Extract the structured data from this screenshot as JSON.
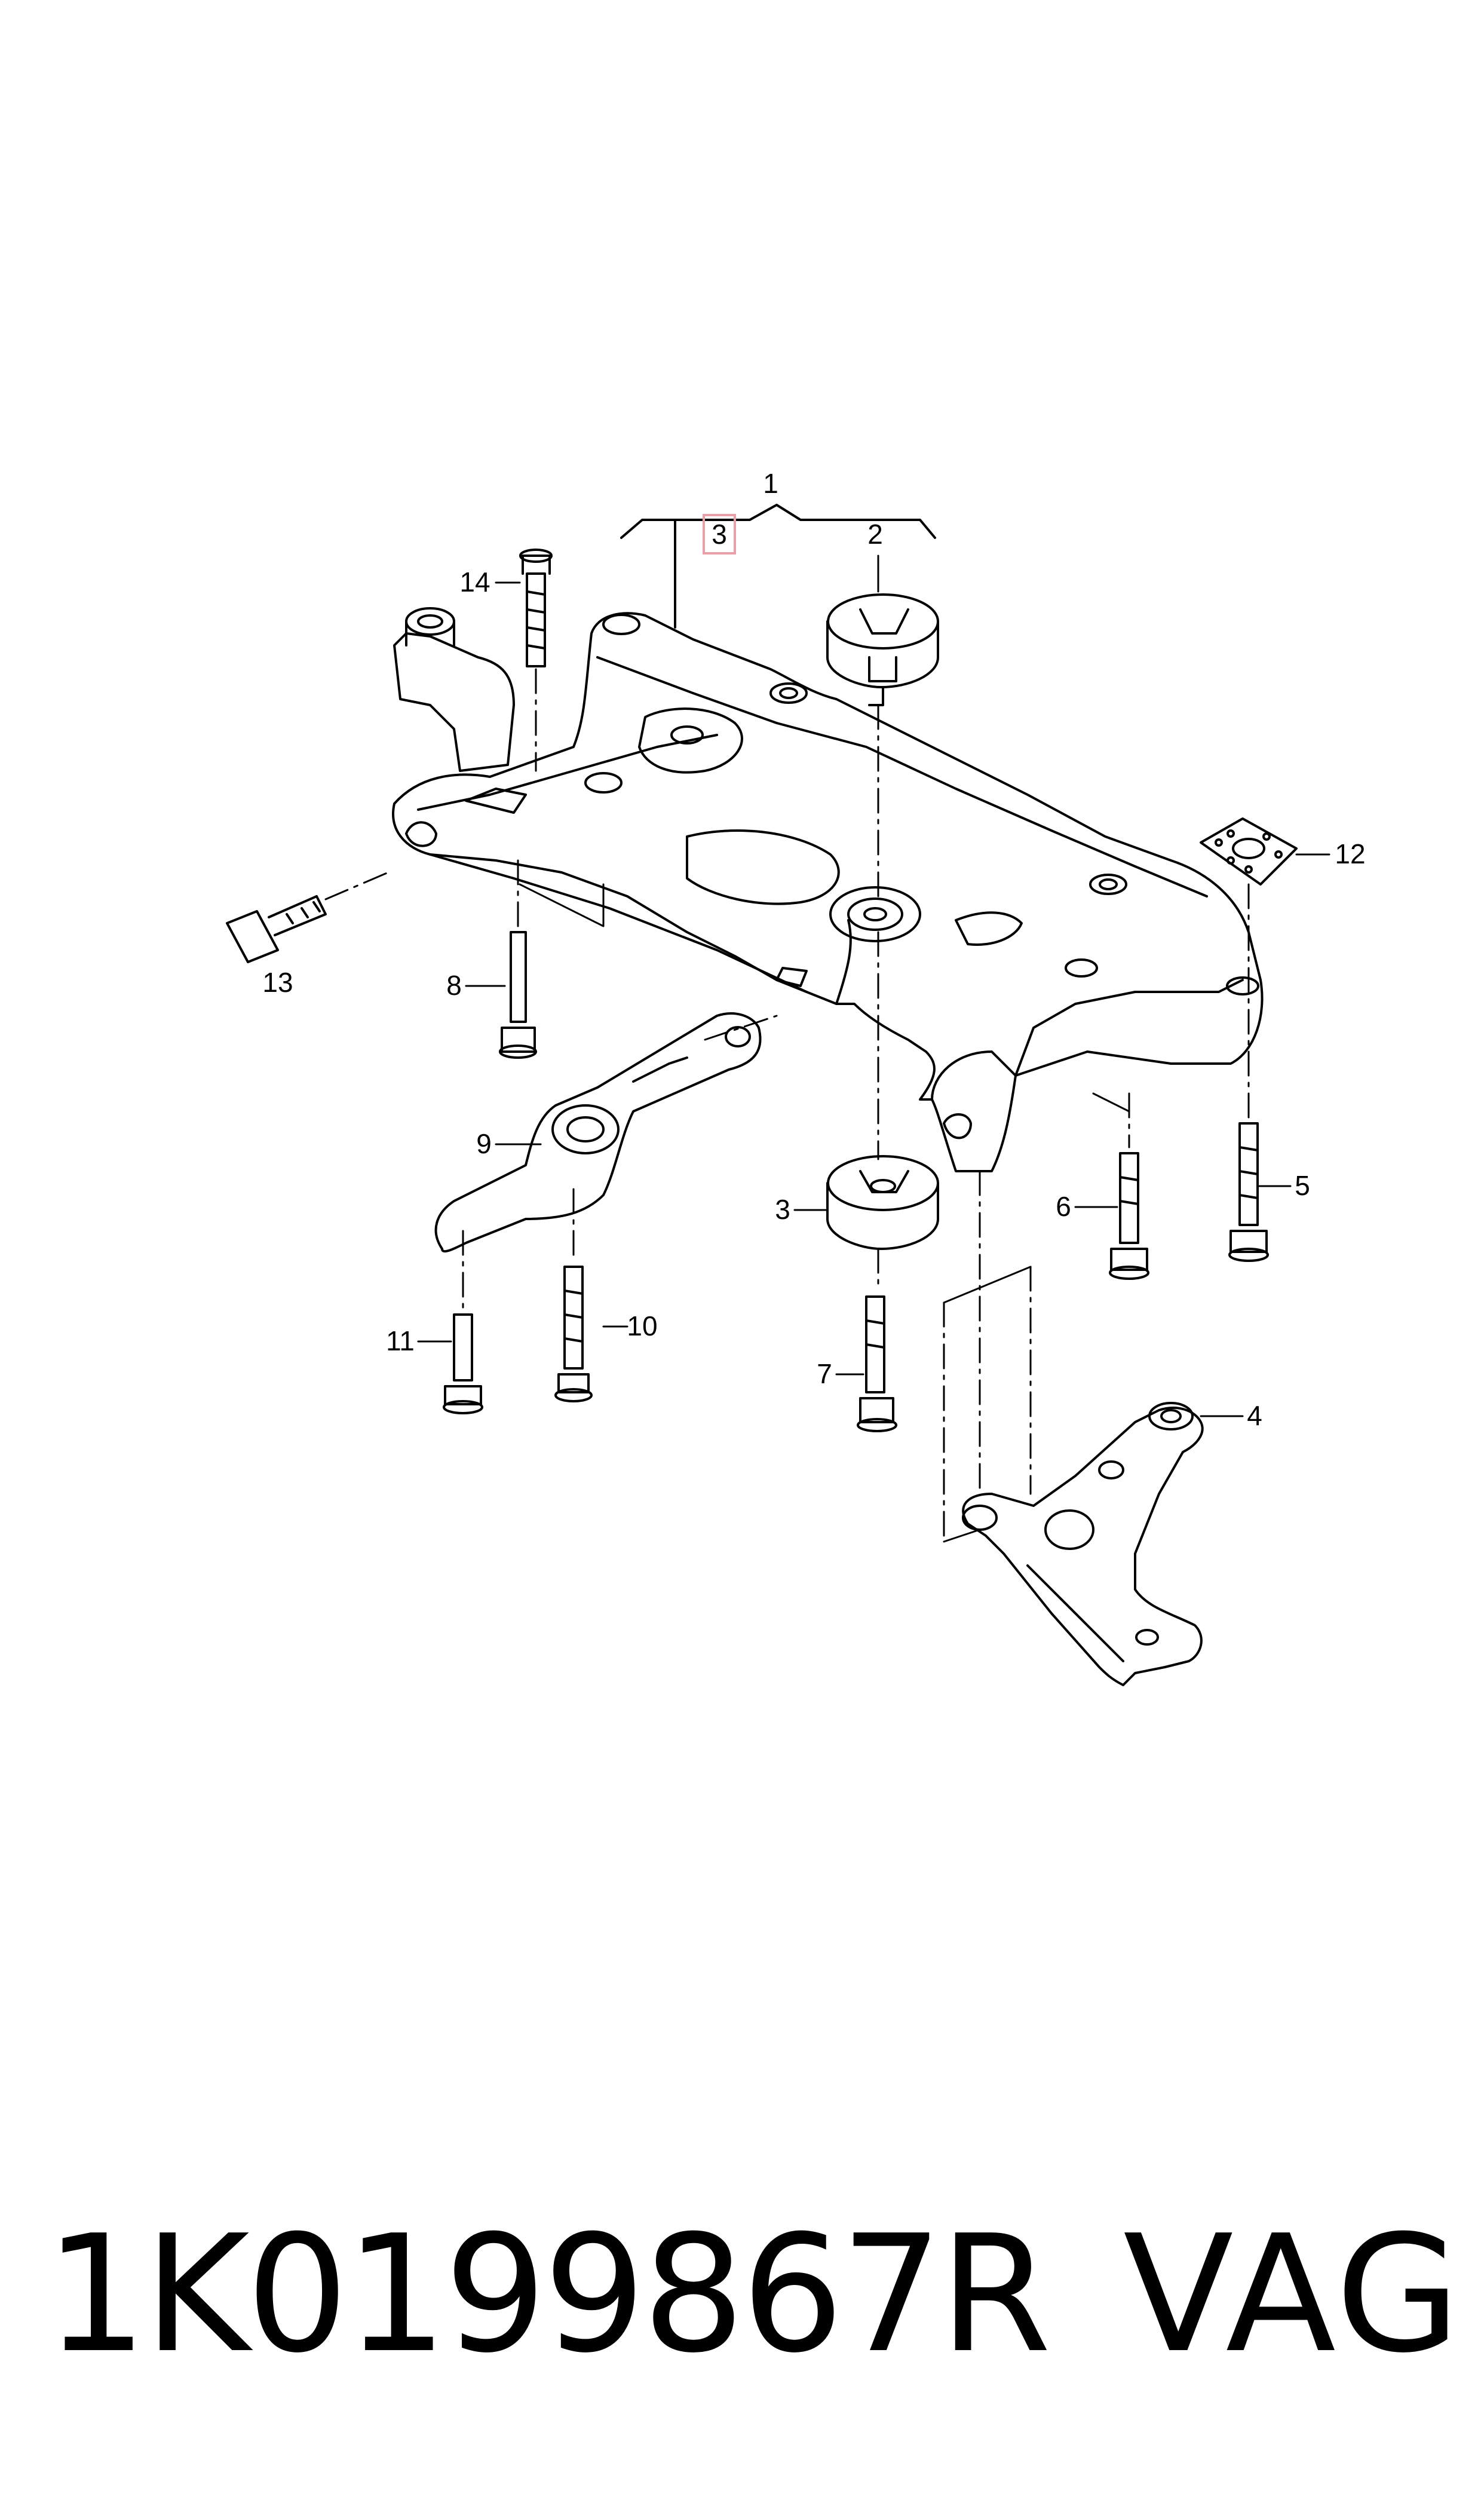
{
  "diagram": {
    "callouts": [
      {
        "id": "1",
        "label": "1"
      },
      {
        "id": "2",
        "label": "2"
      },
      {
        "id": "3",
        "label": "3",
        "highlighted": true
      },
      {
        "id": "3b",
        "label": "3"
      },
      {
        "id": "4",
        "label": "4"
      },
      {
        "id": "5",
        "label": "5"
      },
      {
        "id": "6",
        "label": "6"
      },
      {
        "id": "7",
        "label": "7"
      },
      {
        "id": "8",
        "label": "8"
      },
      {
        "id": "9",
        "label": "9"
      },
      {
        "id": "10",
        "label": "10"
      },
      {
        "id": "11",
        "label": "11"
      },
      {
        "id": "12",
        "label": "12"
      },
      {
        "id": "13",
        "label": "13"
      },
      {
        "id": "14",
        "label": "14"
      }
    ],
    "highlight_color": "#e8a0a8",
    "line_color": "#000000"
  },
  "caption": {
    "part_number": "1K0199867R",
    "brand": "VAG"
  }
}
